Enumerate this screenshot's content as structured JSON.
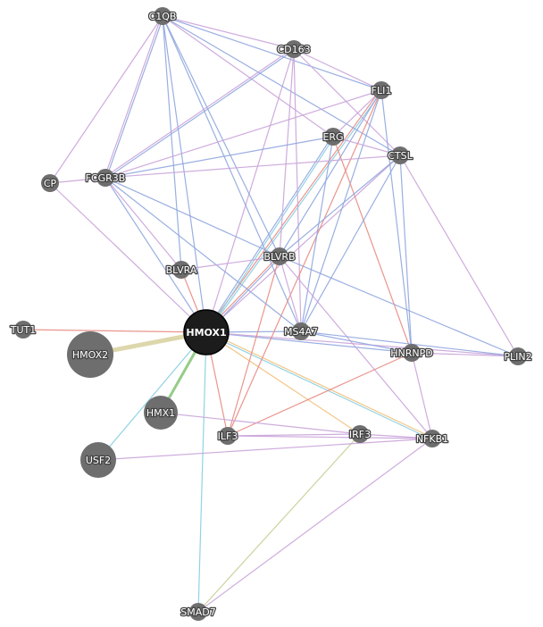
{
  "network": {
    "nodes": [
      {
        "id": "C1QB",
        "label": "C1QB"
      },
      {
        "id": "CD163",
        "label": "CD163"
      },
      {
        "id": "FLI1",
        "label": "FLI1"
      },
      {
        "id": "ERG",
        "label": "ERG"
      },
      {
        "id": "CTSL",
        "label": "CTSL"
      },
      {
        "id": "CP",
        "label": "CP"
      },
      {
        "id": "FCGR3B",
        "label": "FCGR3B"
      },
      {
        "id": "BLVRA",
        "label": "BLVRA"
      },
      {
        "id": "BLVRB",
        "label": "BLVRB"
      },
      {
        "id": "TUT1",
        "label": "TUT1"
      },
      {
        "id": "HMOX1",
        "label": "HMOX1",
        "main": true
      },
      {
        "id": "MS4A7",
        "label": "MS4A7"
      },
      {
        "id": "HNRNPD",
        "label": "HNRNPD"
      },
      {
        "id": "PLIN2",
        "label": "PLIN2"
      },
      {
        "id": "HMOX2",
        "label": "HMOX2"
      },
      {
        "id": "HMX1",
        "label": "HMX1"
      },
      {
        "id": "ILF3",
        "label": "ILF3"
      },
      {
        "id": "IRF3",
        "label": "IRF3"
      },
      {
        "id": "NFKB1",
        "label": "NFKB1"
      },
      {
        "id": "USF2",
        "label": "USF2"
      },
      {
        "id": "SMAD7",
        "label": "SMAD7"
      }
    ],
    "edge_colors": {
      "purple": "#c9a3d9",
      "blue": "#8fa6de",
      "red": "#e88a80",
      "orange": "#f2c07a",
      "cyan": "#86cde0",
      "green": "#8ac77a",
      "olive": "#c8cc92",
      "khaki": "#d9d3a3"
    },
    "edges": [
      {
        "source": "HMOX1",
        "target": "C1QB",
        "color": "blue"
      },
      {
        "source": "HMOX1",
        "target": "CD163",
        "color": "purple"
      },
      {
        "source": "HMOX1",
        "target": "FLI1",
        "color": "red"
      },
      {
        "source": "HMOX1",
        "target": "FLI1",
        "color": "cyan"
      },
      {
        "source": "HMOX1",
        "target": "ERG",
        "color": "blue"
      },
      {
        "source": "HMOX1",
        "target": "ERG",
        "color": "cyan"
      },
      {
        "source": "HMOX1",
        "target": "CTSL",
        "color": "purple"
      },
      {
        "source": "HMOX1",
        "target": "CP",
        "color": "purple"
      },
      {
        "source": "HMOX1",
        "target": "FCGR3B",
        "color": "blue"
      },
      {
        "source": "HMOX1",
        "target": "BLVRA",
        "color": "red"
      },
      {
        "source": "HMOX1",
        "target": "BLVRB",
        "color": "red"
      },
      {
        "source": "HMOX1",
        "target": "BLVRB",
        "color": "blue"
      },
      {
        "source": "HMOX1",
        "target": "TUT1",
        "color": "red"
      },
      {
        "source": "HMOX1",
        "target": "HMOX2",
        "color": "khaki"
      },
      {
        "source": "HMOX1",
        "target": "HMX1",
        "color": "green"
      },
      {
        "source": "HMOX1",
        "target": "USF2",
        "color": "cyan"
      },
      {
        "source": "HMOX1",
        "target": "SMAD7",
        "color": "cyan"
      },
      {
        "source": "HMOX1",
        "target": "ILF3",
        "color": "red"
      },
      {
        "source": "HMOX1",
        "target": "IRF3",
        "color": "orange"
      },
      {
        "source": "HMOX1",
        "target": "NFKB1",
        "color": "orange"
      },
      {
        "source": "HMOX1",
        "target": "NFKB1",
        "color": "cyan"
      },
      {
        "source": "HMOX1",
        "target": "MS4A7",
        "color": "blue"
      },
      {
        "source": "HMOX1",
        "target": "HNRNPD",
        "color": "blue"
      },
      {
        "source": "HMOX1",
        "target": "PLIN2",
        "color": "purple"
      },
      {
        "source": "C1QB",
        "target": "CD163",
        "color": "purple"
      },
      {
        "source": "C1QB",
        "target": "FLI1",
        "color": "blue"
      },
      {
        "source": "C1QB",
        "target": "ERG",
        "color": "purple"
      },
      {
        "source": "C1QB",
        "target": "CTSL",
        "color": "blue"
      },
      {
        "source": "C1QB",
        "target": "CP",
        "color": "purple"
      },
      {
        "source": "C1QB",
        "target": "FCGR3B",
        "color": "blue"
      },
      {
        "source": "C1QB",
        "target": "FCGR3B",
        "color": "purple"
      },
      {
        "source": "C1QB",
        "target": "BLVRA",
        "color": "blue"
      },
      {
        "source": "C1QB",
        "target": "BLVRB",
        "color": "blue"
      },
      {
        "source": "C1QB",
        "target": "MS4A7",
        "color": "blue"
      },
      {
        "source": "CD163",
        "target": "FLI1",
        "color": "purple"
      },
      {
        "source": "CD163",
        "target": "FCGR3B",
        "color": "blue"
      },
      {
        "source": "CD163",
        "target": "FCGR3B",
        "color": "purple"
      },
      {
        "source": "CD163",
        "target": "BLVRB",
        "color": "purple"
      },
      {
        "source": "CD163",
        "target": "MS4A7",
        "color": "purple"
      },
      {
        "source": "CD163",
        "target": "CTSL",
        "color": "purple"
      },
      {
        "source": "FLI1",
        "target": "ERG",
        "color": "purple"
      },
      {
        "source": "FLI1",
        "target": "FCGR3B",
        "color": "purple"
      },
      {
        "source": "FLI1",
        "target": "BLVRB",
        "color": "blue"
      },
      {
        "source": "FLI1",
        "target": "MS4A7",
        "color": "blue"
      },
      {
        "source": "FLI1",
        "target": "HNRNPD",
        "color": "blue"
      },
      {
        "source": "FLI1",
        "target": "ILF3",
        "color": "red"
      },
      {
        "source": "ERG",
        "target": "FCGR3B",
        "color": "blue"
      },
      {
        "source": "ERG",
        "target": "MS4A7",
        "color": "blue"
      },
      {
        "source": "ERG",
        "target": "HNRNPD",
        "color": "red"
      },
      {
        "source": "ERG",
        "target": "CTSL",
        "color": "purple"
      },
      {
        "source": "CTSL",
        "target": "FCGR3B",
        "color": "purple"
      },
      {
        "source": "CTSL",
        "target": "BLVRB",
        "color": "blue"
      },
      {
        "source": "CTSL",
        "target": "MS4A7",
        "color": "blue"
      },
      {
        "source": "CTSL",
        "target": "HNRNPD",
        "color": "blue"
      },
      {
        "source": "CTSL",
        "target": "PLIN2",
        "color": "purple"
      },
      {
        "source": "CP",
        "target": "FCGR3B",
        "color": "purple"
      },
      {
        "source": "FCGR3B",
        "target": "BLVRB",
        "color": "blue"
      },
      {
        "source": "FCGR3B",
        "target": "MS4A7",
        "color": "blue"
      },
      {
        "source": "FCGR3B",
        "target": "BLVRA",
        "color": "purple"
      },
      {
        "source": "BLVRA",
        "target": "BLVRB",
        "color": "purple"
      },
      {
        "source": "BLVRB",
        "target": "MS4A7",
        "color": "purple"
      },
      {
        "source": "BLVRB",
        "target": "PLIN2",
        "color": "blue"
      },
      {
        "source": "BLVRB",
        "target": "NFKB1",
        "color": "purple"
      },
      {
        "source": "BLVRB",
        "target": "ILF3",
        "color": "red"
      },
      {
        "source": "MS4A7",
        "target": "HNRNPD",
        "color": "blue"
      },
      {
        "source": "MS4A7",
        "target": "PLIN2",
        "color": "blue"
      },
      {
        "source": "HNRNPD",
        "target": "PLIN2",
        "color": "purple"
      },
      {
        "source": "HNRNPD",
        "target": "NFKB1",
        "color": "purple"
      },
      {
        "source": "HNRNPD",
        "target": "ILF3",
        "color": "red"
      },
      {
        "source": "ILF3",
        "target": "IRF3",
        "color": "purple"
      },
      {
        "source": "ILF3",
        "target": "NFKB1",
        "color": "purple"
      },
      {
        "source": "IRF3",
        "target": "NFKB1",
        "color": "purple"
      },
      {
        "source": "IRF3",
        "target": "SMAD7",
        "color": "olive"
      },
      {
        "source": "NFKB1",
        "target": "SMAD7",
        "color": "purple"
      },
      {
        "source": "USF2",
        "target": "NFKB1",
        "color": "purple"
      },
      {
        "source": "HMX1",
        "target": "IRF3",
        "color": "purple"
      }
    ]
  }
}
